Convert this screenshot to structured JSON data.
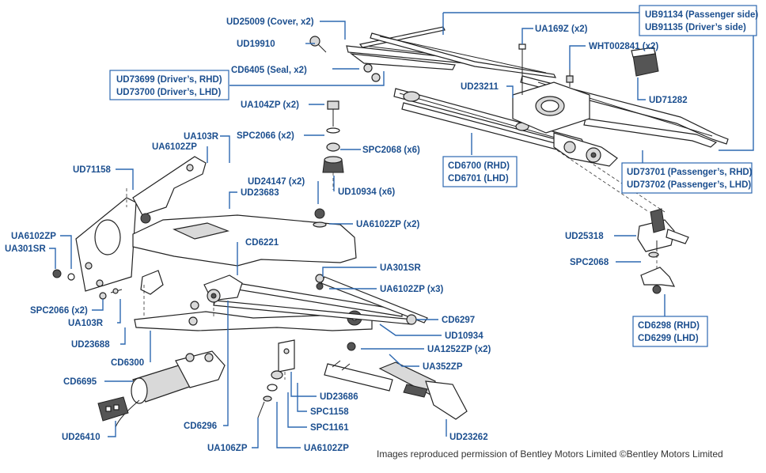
{
  "labels": {
    "ud25009": "UD25009 (Cover, x2)",
    "ud19910": "UD19910",
    "cd6405": "CD6405 (Seal, x2)",
    "ud73699": "UD73699 (Driver’s, RHD)",
    "ud73700": "UD73700 (Driver’s, LHD)",
    "ua104zp": "UA104ZP (x2)",
    "spc2066_top": "SPC2066 (x2)",
    "spc2068_x6": "SPC2068 (x6)",
    "ud10934_x6": "UD10934 (x6)",
    "ua169z": "UA169Z (x2)",
    "ub91134": "UB91134 (Passenger side)",
    "ub91135": "UB91135 (Driver’s side)",
    "wht002841": "WHT002841 (x2)",
    "ud23211": "UD23211",
    "ud71282": "UD71282",
    "cd6700": "CD6700 (RHD)",
    "cd6701": "CD6701 (LHD)",
    "ud73701": "UD73701 (Passenger’s, RHD)",
    "ud73702": "UD73702 (Passenger’s, LHD)",
    "ua103r_top": "UA103R",
    "ua6102zp_top": "UA6102ZP",
    "ud71158": "UD71158",
    "ud24147": "UD24147 (x2)",
    "ud23683": "UD23683",
    "ua6102zp_x2": "UA6102ZP (x2)",
    "ud25318": "UD25318",
    "spc2068": "SPC2068",
    "ua6102zp_left": "UA6102ZP",
    "ua301sr_left": "UA301SR",
    "cd6221": "CD6221",
    "ua301sr_mid": "UA301SR",
    "ua6102zp_x3": "UA6102ZP (x3)",
    "spc2066_left": "SPC2066 (x2)",
    "ua103r_left": "UA103R",
    "cd6297": "CD6297",
    "ud10934": "UD10934",
    "ud23688": "UD23688",
    "ua1252zp": "UA1252ZP (x2)",
    "cd6298": "CD6298 (RHD)",
    "cd6299": "CD6299 (LHD)",
    "cd6300": "CD6300",
    "ua352zp": "UA352ZP",
    "cd6695": "CD6695",
    "ud23686": "UD23686",
    "spc1158": "SPC1158",
    "cd6296": "CD6296",
    "spc1161": "SPC1161",
    "ud23262": "UD23262",
    "ud26410": "UD26410",
    "ua106zp": "UA106ZP",
    "ua6102zp_bottom": "UA6102ZP"
  },
  "credit": "Images reproduced permission of Bentley Motors Limited ©Bentley Motors Limited",
  "colors": {
    "label_text": "#1c4f8f",
    "leader_line": "#2d68b0",
    "drawing": "#222222",
    "background": "#ffffff"
  }
}
